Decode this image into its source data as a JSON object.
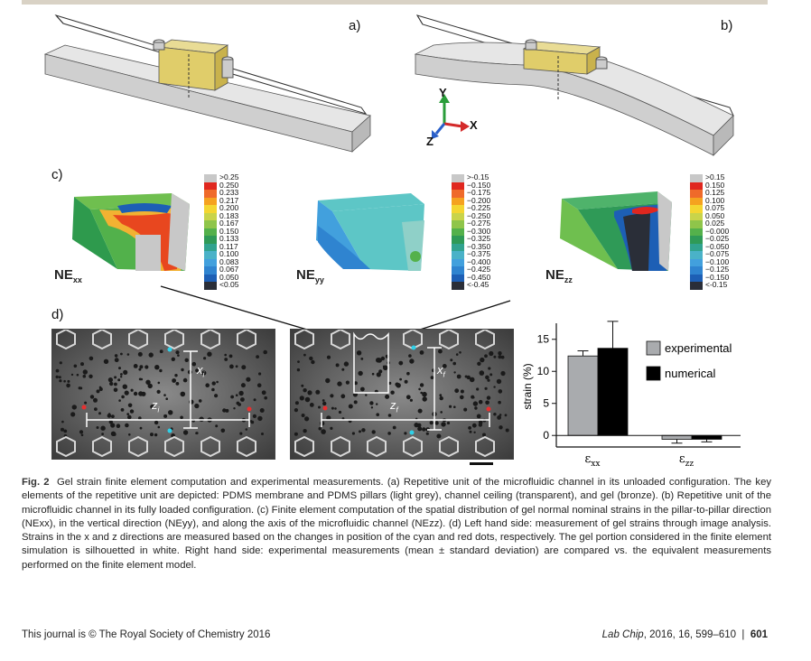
{
  "panels": {
    "a": "a)",
    "b": "b)",
    "c": "c)",
    "d": "d)"
  },
  "axes_triad": {
    "y": "Y",
    "x": "X",
    "z": "Z"
  },
  "colorbars": {
    "xx": [
      ">0.25",
      "0.250",
      "0.233",
      "0.217",
      "0.200",
      "0.183",
      "0.167",
      "0.150",
      "0.133",
      "0.117",
      "0.100",
      "0.083",
      "0.067",
      "0.050",
      "<0.05"
    ],
    "yy": [
      ">-0.15",
      "−0.150",
      "−0.175",
      "−0.200",
      "−0.225",
      "−0.250",
      "−0.275",
      "−0.300",
      "−0.325",
      "−0.350",
      "−0.375",
      "−0.400",
      "−0.425",
      "−0.450",
      "<-0.45"
    ],
    "zz": [
      ">0.15",
      "0.150",
      "0.125",
      "0.100",
      "0.075",
      "0.050",
      "0.025",
      "−0.000",
      "−0.025",
      "−0.050",
      "−0.075",
      "−0.100",
      "−0.125",
      "−0.150",
      "<-0.15"
    ]
  },
  "colorbar_colors": [
    "#c8c8c8",
    "#e0271f",
    "#ef6a2a",
    "#f5a21f",
    "#f4d631",
    "#c9d44a",
    "#8fc54a",
    "#54b14b",
    "#2f9a57",
    "#31a38f",
    "#4ab2c8",
    "#42a0dd",
    "#2f84d0",
    "#1d5fb5",
    "#2a2e38"
  ],
  "ne_labels": [
    {
      "base": "NE",
      "sub": "xx"
    },
    {
      "base": "NE",
      "sub": "yy"
    },
    {
      "base": "NE",
      "sub": "zz"
    }
  ],
  "photo_labels": {
    "x": "x",
    "z": "z",
    "subscript_left": "i",
    "subscript_right": "f"
  },
  "chart_data": {
    "type": "bar",
    "categories": [
      "εxx",
      "εzz"
    ],
    "category_base": [
      "ε",
      "ε"
    ],
    "category_sub": [
      "xx",
      "zz"
    ],
    "series": [
      {
        "name": "experimental",
        "values": [
          12.4,
          -0.6
        ],
        "errors": [
          0.8,
          0.6
        ],
        "color": "#a9abae"
      },
      {
        "name": "numerical",
        "values": [
          13.6,
          -0.6
        ],
        "errors": [
          4.2,
          0.4
        ],
        "color": "#000000"
      }
    ],
    "ylabel": "strain (%)",
    "ylim": [
      -1.8,
      17.5
    ],
    "yticks": [
      0,
      5,
      10,
      15
    ],
    "ytick_labels": [
      "0",
      "5",
      "10",
      "15"
    ],
    "legend": "top-right"
  },
  "caption": {
    "figlabel": "Fig. 2",
    "text": "Gel strain finite element computation and experimental measurements. (a) Repetitive unit of the microfluidic channel in its unloaded configuration. The key elements of the repetitive unit are depicted: PDMS membrane and PDMS pillars (light grey), channel ceiling (transparent), and gel (bronze). (b) Repetitive unit of the microfluidic channel in its fully loaded configuration. (c) Finite element computation of the spatial distribution of gel normal nominal strains in the pillar-to-pillar direction (NExx), in the vertical direction (NEyy), and along the axis of the microfluidic channel (NEzz). (d) Left hand side: measurement of gel strains through image analysis. Strains in the x and z directions are measured based on the changes in position of the cyan and red dots, respectively. The gel portion considered in the finite element simulation is silhouetted in white. Right hand side: experimental measurements (mean ± standard deviation) are compared vs. the equivalent measurements performed on the finite element model."
  },
  "footer": {
    "left": "This journal is © The Royal Society of Chemistry 2016",
    "journal": "Lab Chip",
    "citation": ", 2016, 16, 599–610",
    "separator": "|",
    "page": "601"
  }
}
